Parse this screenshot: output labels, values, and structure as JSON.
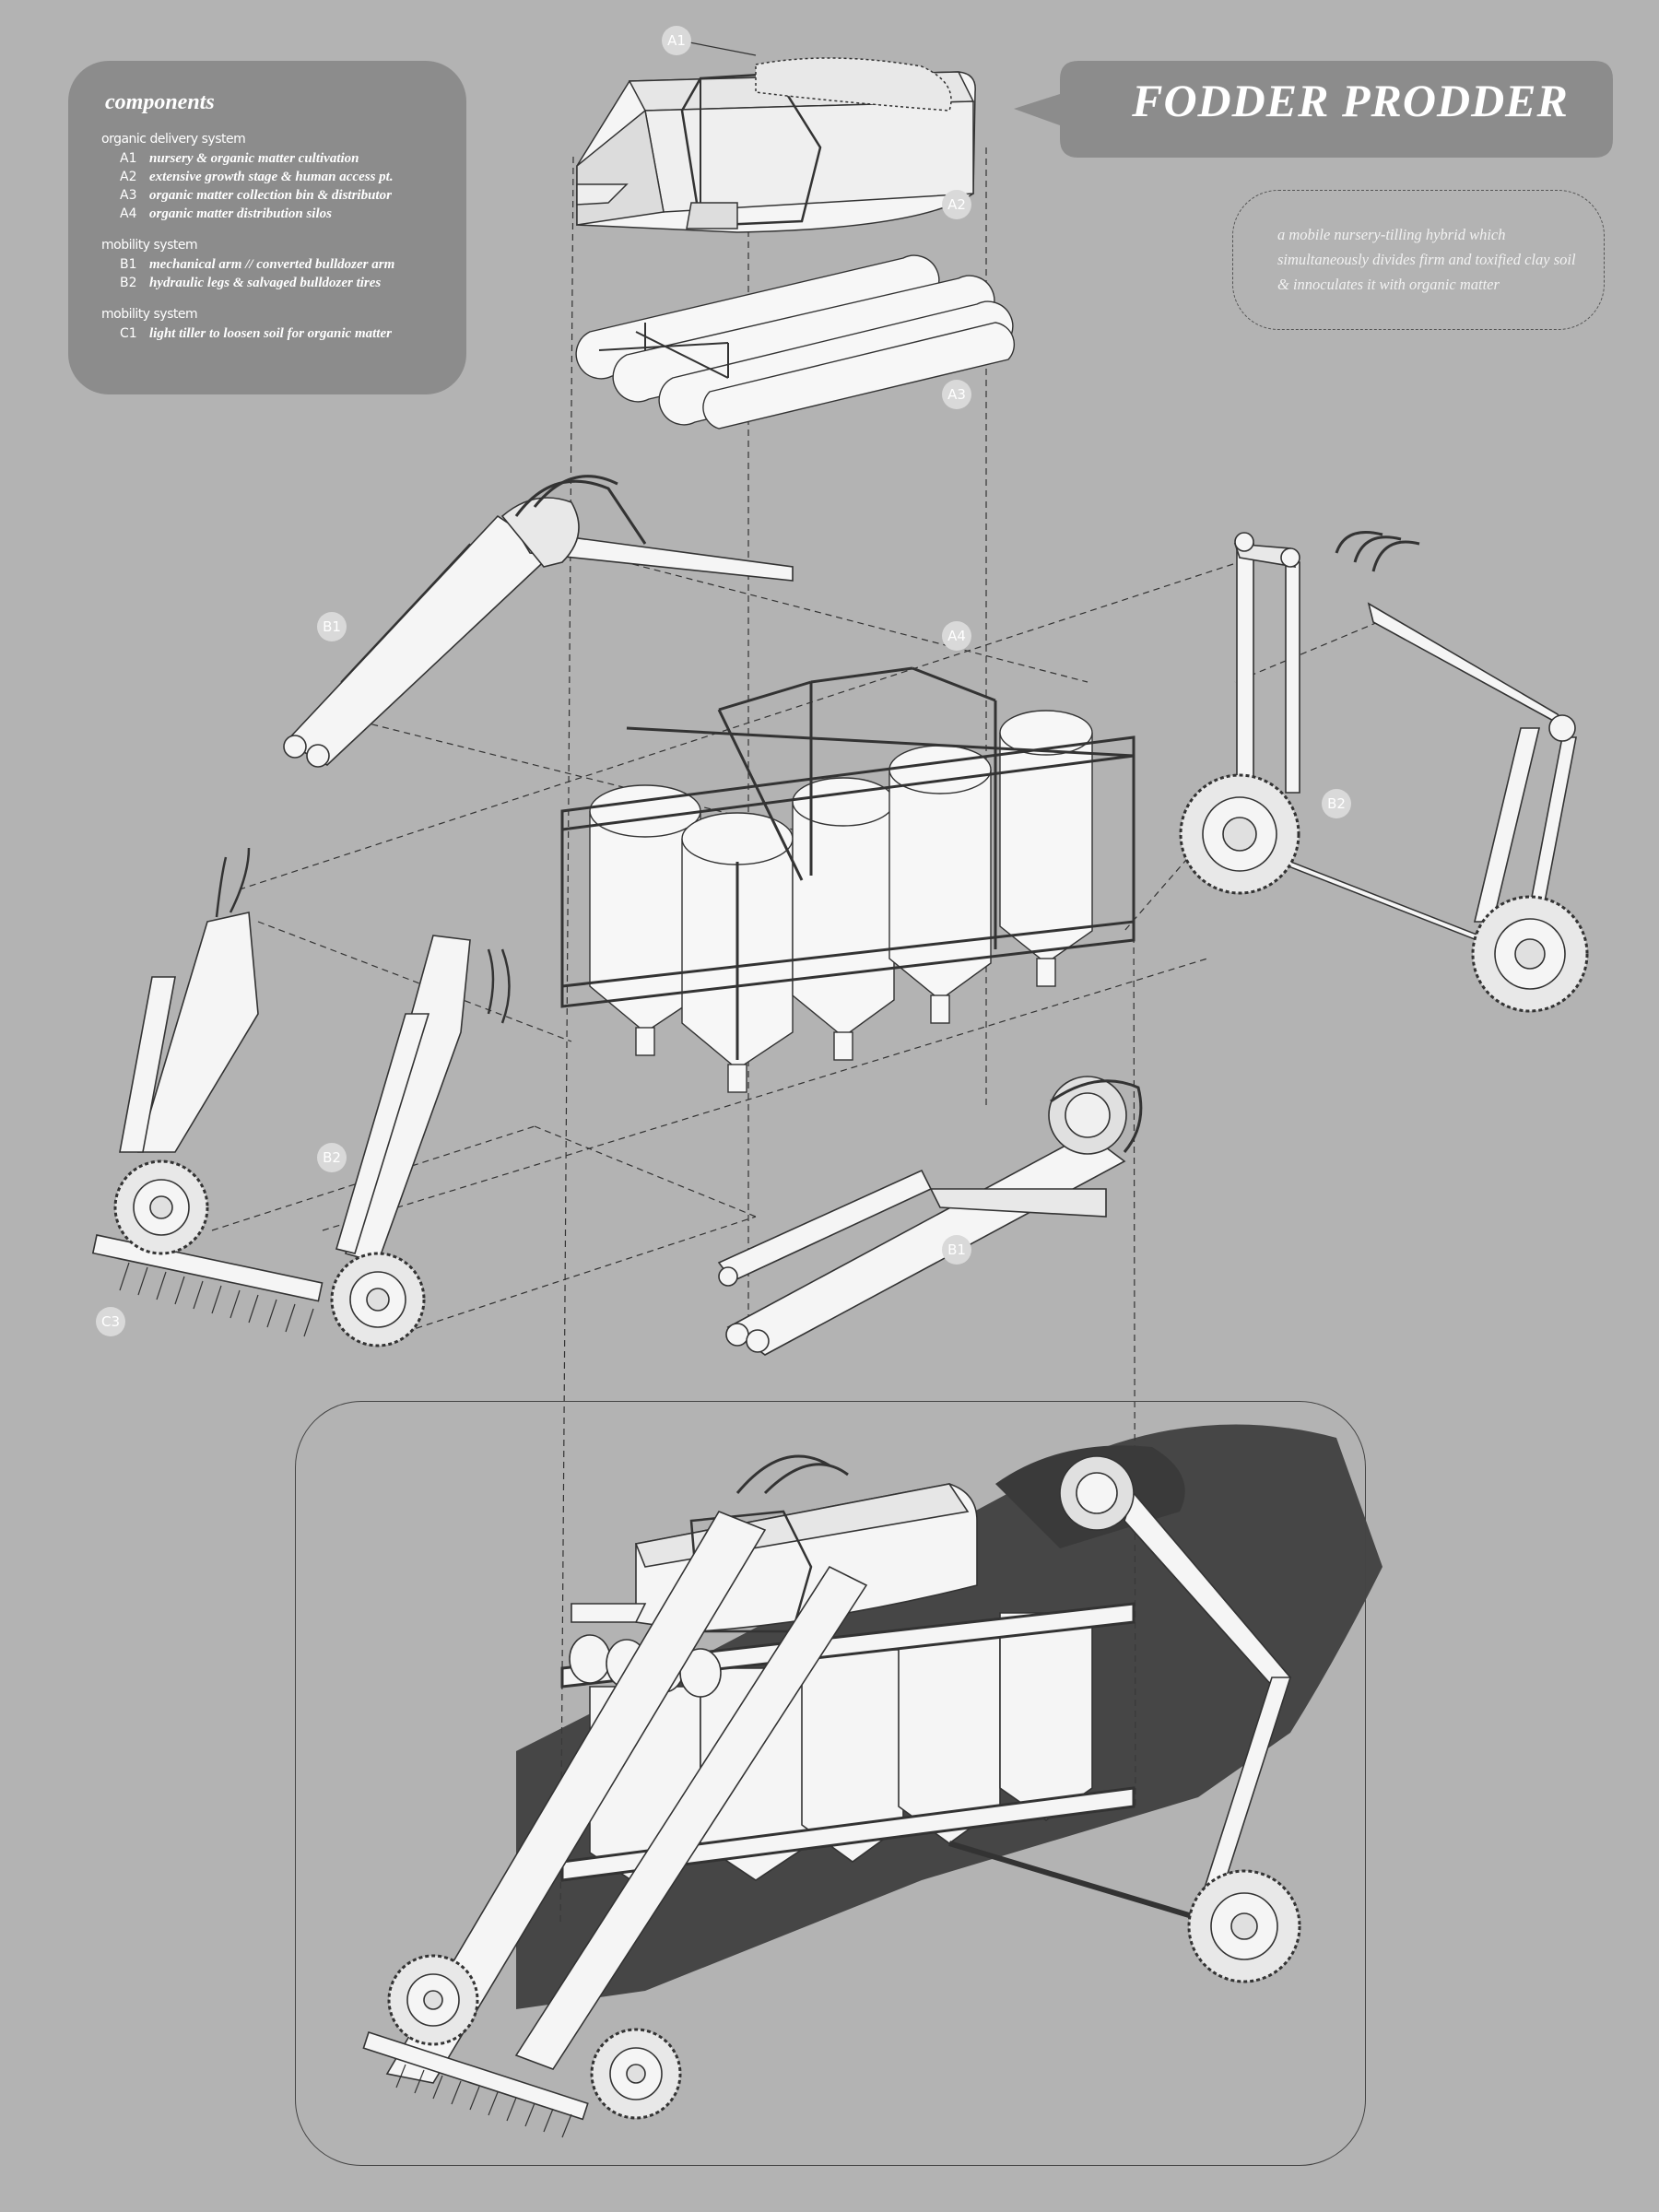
{
  "title": "FODDER PRODDER",
  "description": "a mobile nursery-tilling hybrid which simultaneously divides firm and toxified clay soil & innoculates it with organic matter",
  "components": {
    "heading": "components",
    "groups": [
      {
        "heading": "organic delivery system",
        "items": [
          {
            "code": "A1",
            "text": "nursery & organic matter cultivation"
          },
          {
            "code": "A2",
            "text": "extensive growth stage & human access pt."
          },
          {
            "code": "A3",
            "text": "organic matter collection bin & distributor"
          },
          {
            "code": "A4",
            "text": "organic matter distribution silos"
          }
        ]
      },
      {
        "heading": "mobility system",
        "items": [
          {
            "code": "B1",
            "text": "mechanical arm // converted bulldozer arm"
          },
          {
            "code": "B2",
            "text": "hydraulic legs & salvaged bulldozer tires"
          }
        ]
      },
      {
        "heading": "mobility system",
        "items": [
          {
            "code": "C1",
            "text": "light tiller to loosen soil for organic matter"
          }
        ]
      }
    ]
  },
  "callouts": {
    "a1": "A1",
    "a2": "A2",
    "a3": "A3",
    "a4": "A4",
    "b1_upper": "B1",
    "b1_lower": "B1",
    "b2_right": "B2",
    "b2_left": "B2",
    "c3": "C3"
  },
  "colors": {
    "background": "#b3b3b3",
    "panel": "#8c8c8c",
    "callout": "#d9d9d9",
    "line": "#333333",
    "fill": "#f5f5f5",
    "shadow": "#3a3a3a"
  }
}
